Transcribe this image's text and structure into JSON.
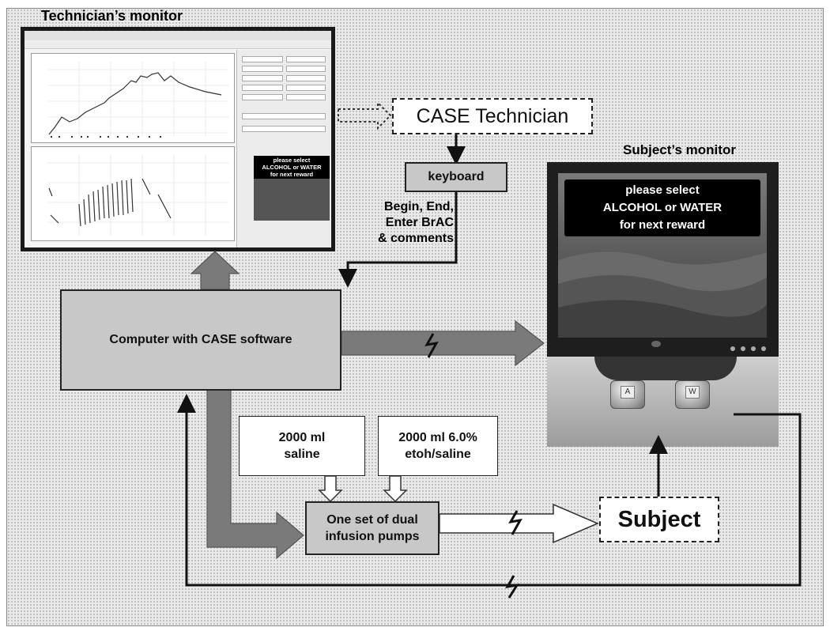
{
  "labels": {
    "tech_monitor": "Technician’s monitor",
    "subject_monitor": "Subject’s monitor"
  },
  "nodes": {
    "case_technician": "CASE Technician",
    "keyboard": "keyboard",
    "computer": "Computer  with  CASE  software",
    "saline": [
      "2000 ml",
      "saline"
    ],
    "etoh": [
      "2000 ml  6.0%",
      "etoh/saline"
    ],
    "pumps": [
      "One set of dual",
      "infusion pumps"
    ],
    "subject": "Subject"
  },
  "keyboard_actions": [
    "Begin, End,",
    "Enter BrAC",
    "& comments"
  ],
  "screen_message": [
    "please select",
    "ALCOHOL   or   WATER",
    "for next reward"
  ],
  "mini_screen_message": [
    "please select",
    "ALCOHOL  or  WATER",
    "for next reward"
  ],
  "knobs": [
    "A",
    "W"
  ],
  "colors": {
    "arrow_fill": "#7a7a7a",
    "box_gray": "#c8c8c8",
    "background": "#eaeaea"
  },
  "icons": [
    "zigzag-break-icon"
  ]
}
